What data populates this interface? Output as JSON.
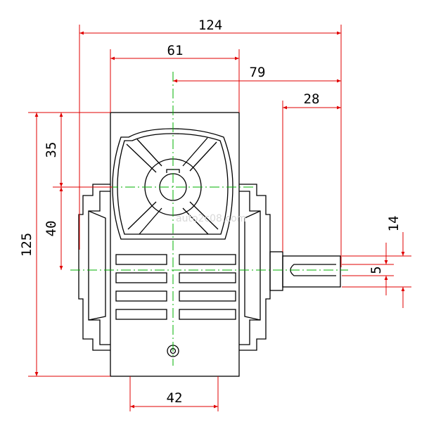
{
  "drawing": {
    "title": "Worm gear reducer - front view",
    "watermark": "auto2c08.com",
    "colors": {
      "outline": "#000000",
      "dimension": "#e00000",
      "centerline": "#00b000",
      "background": "#ffffff"
    }
  },
  "dimensions": {
    "overall_width": "124",
    "top_width": "61",
    "center_to_shaft_end": "79",
    "shaft_length": "28",
    "top_to_center": "35",
    "center_distance": "40",
    "overall_height": "125",
    "base_width": "42",
    "shaft_key_width": "5",
    "shaft_diameter": "14"
  }
}
